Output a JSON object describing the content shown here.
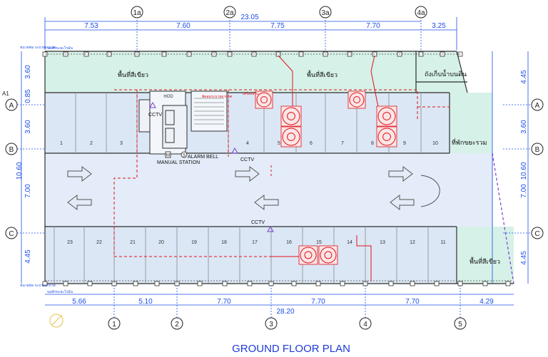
{
  "title": "GROUND FLOOR PLAN",
  "dims_top": {
    "overall": "23.05",
    "segments": [
      "7.53",
      "7.60",
      "7.75",
      "7.70",
      "3.25"
    ]
  },
  "dims_bottom": {
    "overall": "28.20",
    "segments": [
      "5.66",
      "5.10",
      "7.70",
      "7.70",
      "7.70",
      "4.29"
    ]
  },
  "dims_left": [
    "3.60",
    "0.85",
    "3.60",
    "10.60",
    "7.00",
    "4.45"
  ],
  "dims_right": [
    "4.45",
    "3.60",
    "10.60",
    "7.00",
    "4.45"
  ],
  "grid_top": [
    "1a",
    "2a",
    "3a",
    "4a"
  ],
  "grid_bottom": [
    "1",
    "2",
    "3",
    "4",
    "5"
  ],
  "grid_side": [
    "A",
    "B",
    "C"
  ],
  "grid_a1": "A1",
  "zones": {
    "green_top_left": "พื้นที่สีเขียว",
    "green_top_mid": "พื้นที่สีเขียว",
    "water_tank": "ถังเก็บน้ำบนดิน",
    "rest_area": "ที่พักขยะรวม",
    "green_bottom_right": "พื้นที่สีเขียว",
    "boundary_note": "บอสักขะยะไรมัน"
  },
  "parking_top": [
    "1",
    "2",
    "3",
    "4",
    "5",
    "6",
    "7",
    "8",
    "9",
    "10"
  ],
  "parking_bottom": [
    "23",
    "22",
    "21",
    "20",
    "19",
    "18",
    "17",
    "16",
    "15",
    "14",
    "13",
    "12",
    "11"
  ],
  "labels": {
    "cctv": "CCTV",
    "manual_station": "MANUAL STATION",
    "alarm_bell": "ALARM BELL",
    "m": "M",
    "s": "S",
    "hod": "HOD",
    "note_small": "เครื่องปรับ",
    "note_fan": "พัดลมระบายอากาศ",
    "note_left": "ขนาดท่อ ระบายอากาศ"
  },
  "colors": {
    "grid": "#1a4de6",
    "wall": "#2f2f2f",
    "green_zone": "#d6f1e8",
    "parking": "#dbe7f5",
    "red": "#e0121a",
    "title": "#1f3bd6"
  }
}
